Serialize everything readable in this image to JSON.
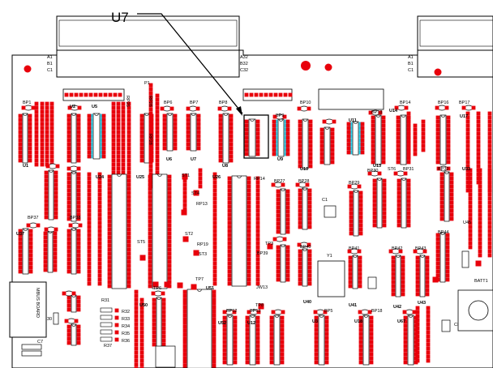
{
  "callout": {
    "label": "U7"
  },
  "connector_left": {
    "pins": [
      "A1",
      "B1",
      "C1"
    ],
    "pins_end": [
      "A32",
      "B32",
      "C32"
    ]
  },
  "connector_right": {
    "pins": [
      "A1",
      "B1",
      "C1"
    ]
  },
  "side_label": "MBUS BOARD",
  "colors": {
    "pad": "#e8000b",
    "hole": "#ffffff",
    "outline": "#000000",
    "socket": "#22d3ee",
    "fiducial": "#e8000b"
  },
  "chips": [
    {
      "id": "U1"
    },
    {
      "id": "U2"
    },
    {
      "id": "U5"
    },
    {
      "id": "U6"
    },
    {
      "id": "U7"
    },
    {
      "id": "U8"
    },
    {
      "id": "U9"
    },
    {
      "id": "U10"
    },
    {
      "id": "U11"
    },
    {
      "id": "U13"
    },
    {
      "id": "U14"
    },
    {
      "id": "U17"
    },
    {
      "id": "U24"
    },
    {
      "id": "U25"
    },
    {
      "id": "U26"
    },
    {
      "id": "U33"
    },
    {
      "id": "U37"
    },
    {
      "id": "U40"
    },
    {
      "id": "U41"
    },
    {
      "id": "U42"
    },
    {
      "id": "U43"
    },
    {
      "id": "U50"
    },
    {
      "id": "U51"
    },
    {
      "id": "U52"
    },
    {
      "id": "U12"
    },
    {
      "id": "U3"
    },
    {
      "id": "U18"
    },
    {
      "id": "U67"
    }
  ],
  "misc_labels": [
    "P1",
    "RP25",
    "RP26",
    "RP28",
    "RP13",
    "RP19",
    "RP14",
    "ST1",
    "ST4",
    "ST2",
    "ST3",
    "ST5",
    "ST6",
    "TP3",
    "TP6",
    "TP7",
    "TP8",
    "Y1",
    "C1",
    "C7",
    "R30",
    "R31",
    "R37",
    "R32",
    "R33",
    "R34",
    "R35",
    "R36",
    "BP1",
    "BP6",
    "BP7",
    "BP8",
    "BP9",
    "BP10",
    "BP13",
    "BP14",
    "BP16",
    "BP17",
    "BP27",
    "BP28",
    "BP29",
    "BP30",
    "BP31",
    "BP32",
    "BP37",
    "BP38",
    "BP39",
    "BP40",
    "BP41",
    "BP42",
    "BP43",
    "BP44",
    "BP52",
    "BP53",
    "BP5",
    "BP18",
    "U45",
    "JW13",
    "BATT1",
    "CR1"
  ]
}
